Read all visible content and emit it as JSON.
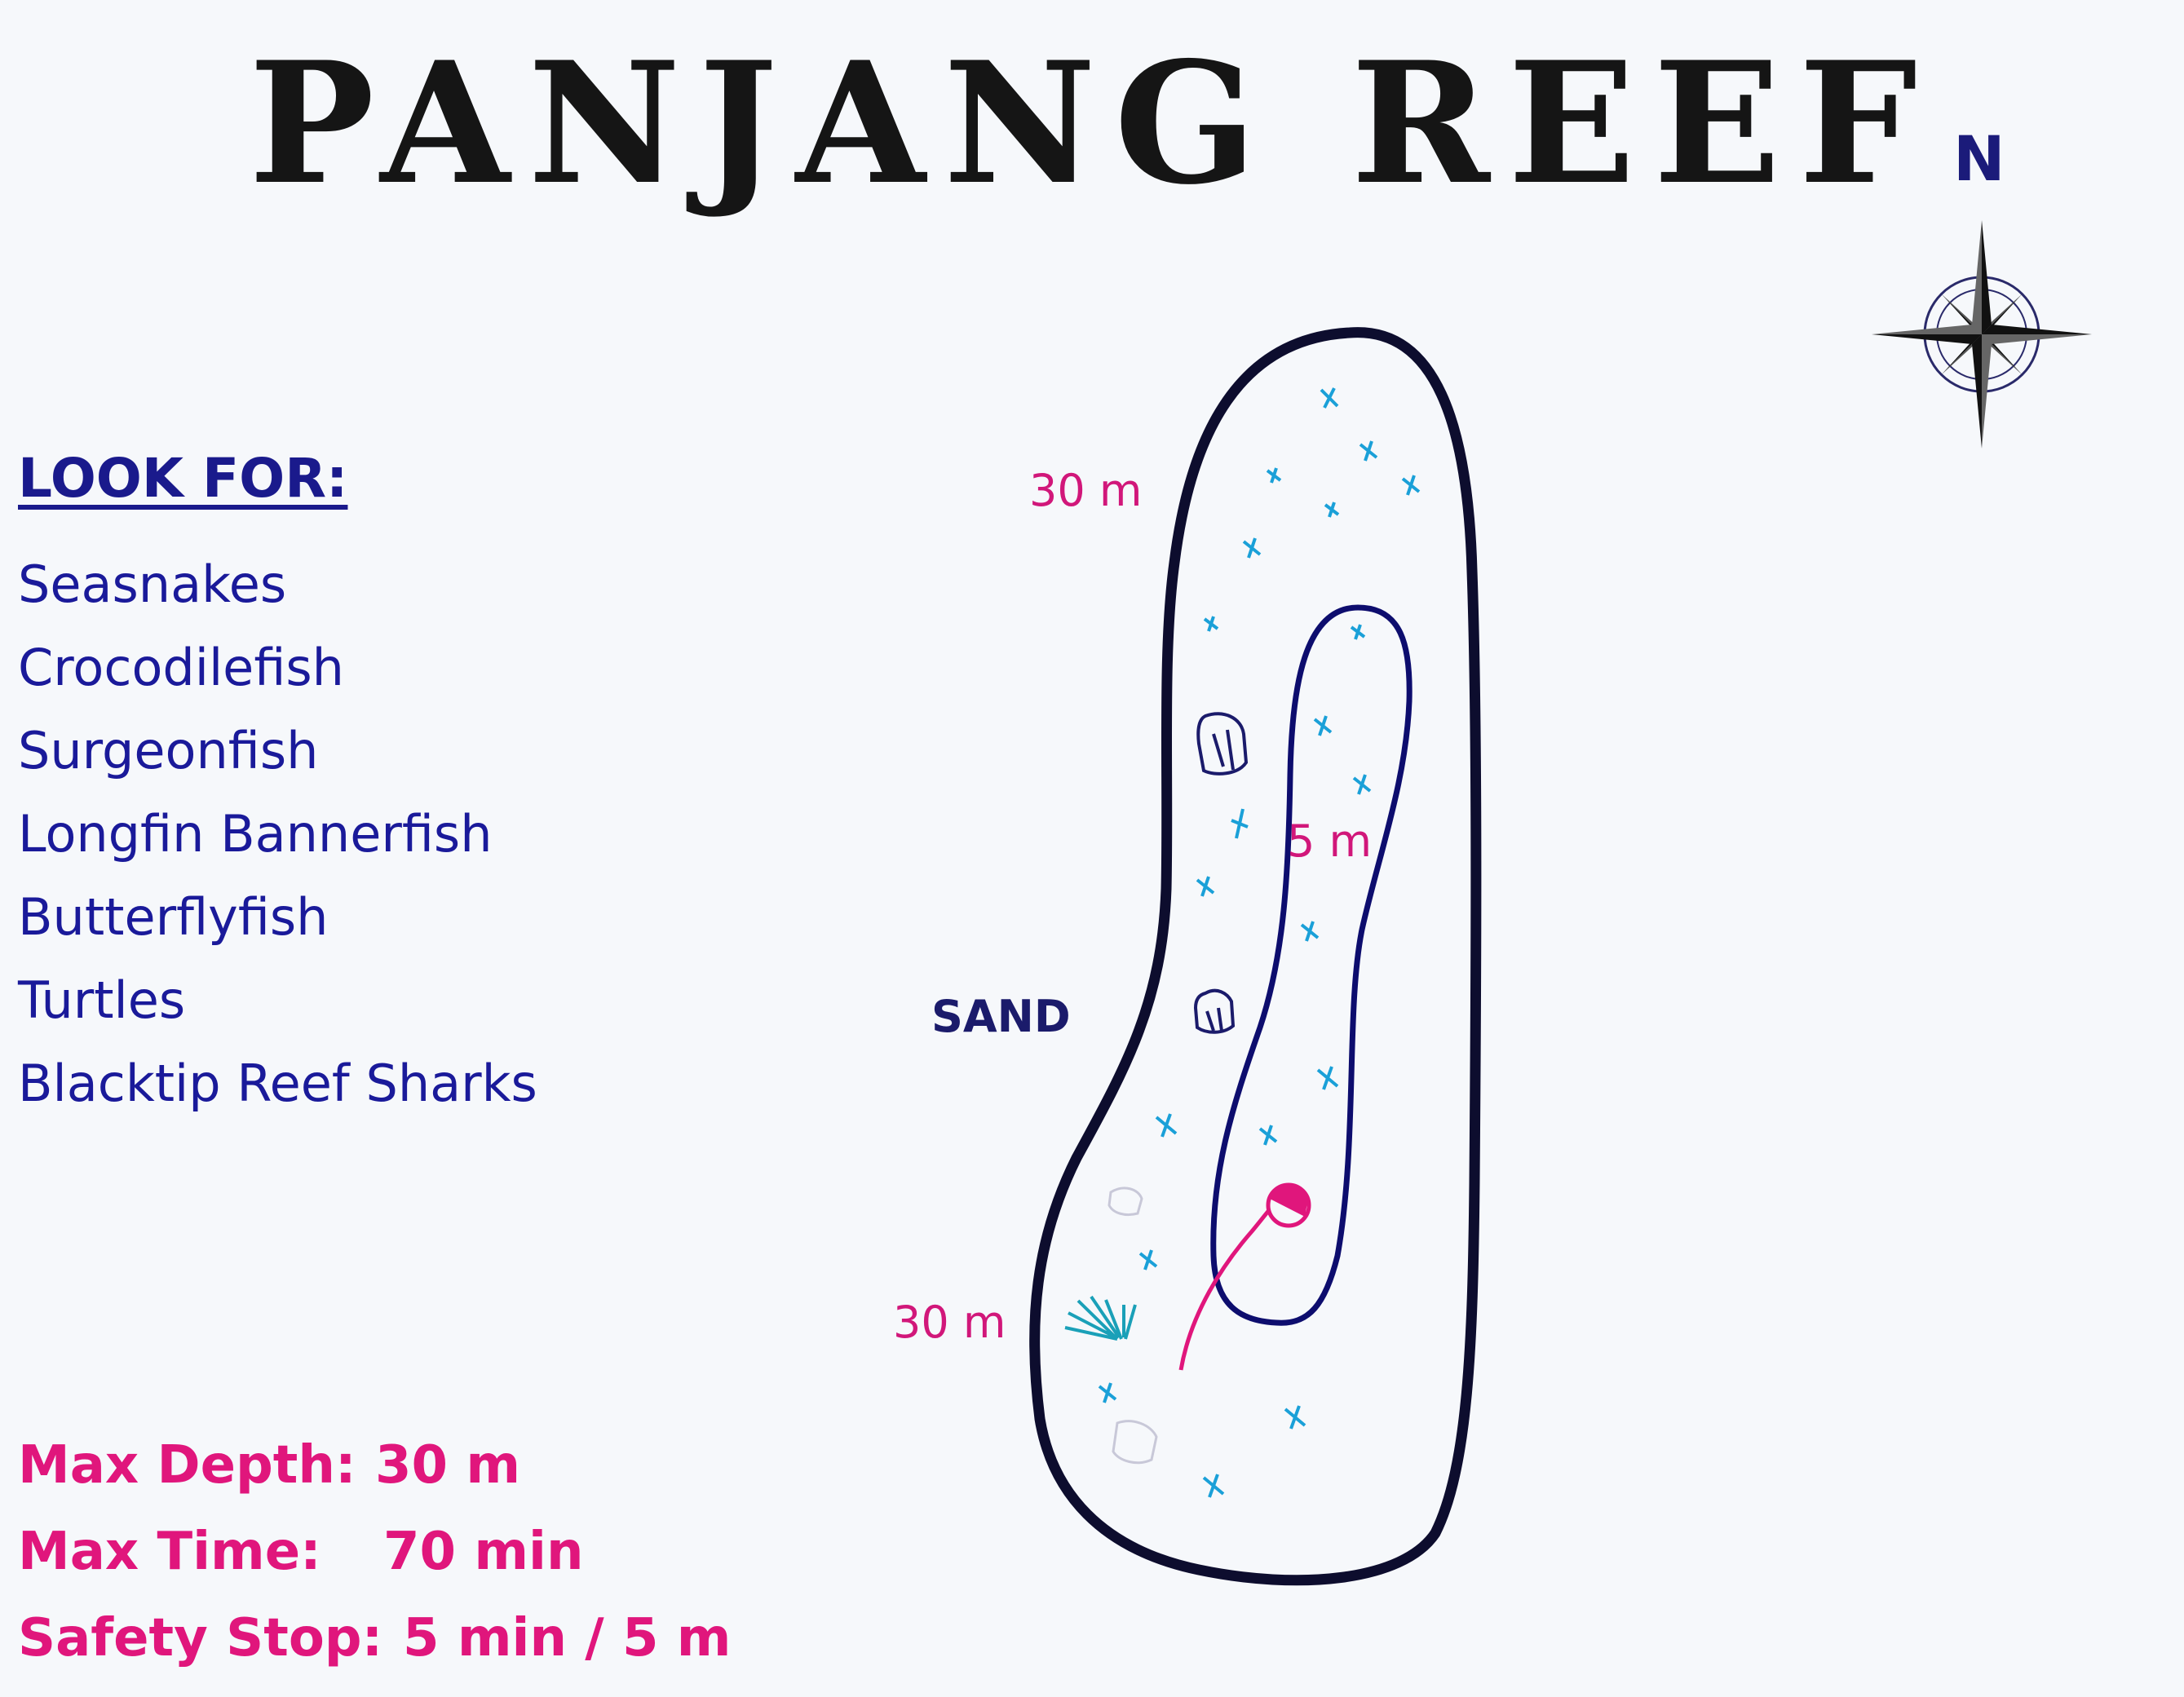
{
  "title": "PANJANG REEF",
  "compass": {
    "north_label": "N",
    "icon": "compass-rose-icon"
  },
  "look_for": {
    "heading": "LOOK FOR:",
    "items": [
      "Seasnakes",
      "Crocodilefish",
      "Surgeonfish",
      "Longfin Bannerfish",
      "Butterflyfish",
      "Turtles",
      "Blacktip Reef Sharks"
    ]
  },
  "map_labels": {
    "depth_top": "30 m",
    "depth_inner": "5 m",
    "depth_bottom": "30 m",
    "sand": "SAND"
  },
  "stats": {
    "max_depth_label": "Max Depth:",
    "max_depth_value": "30 m",
    "max_time_label": "Max Time:",
    "max_time_value": "70 min",
    "safety_stop_label": "Safety Stop:",
    "safety_stop_value": "5 min / 5 m"
  },
  "colors": {
    "outline": "#0d0d2e",
    "text_blue": "#1a1a9a",
    "accent_pink": "#e0167c",
    "coral_cyan": "#1aa0d8"
  }
}
